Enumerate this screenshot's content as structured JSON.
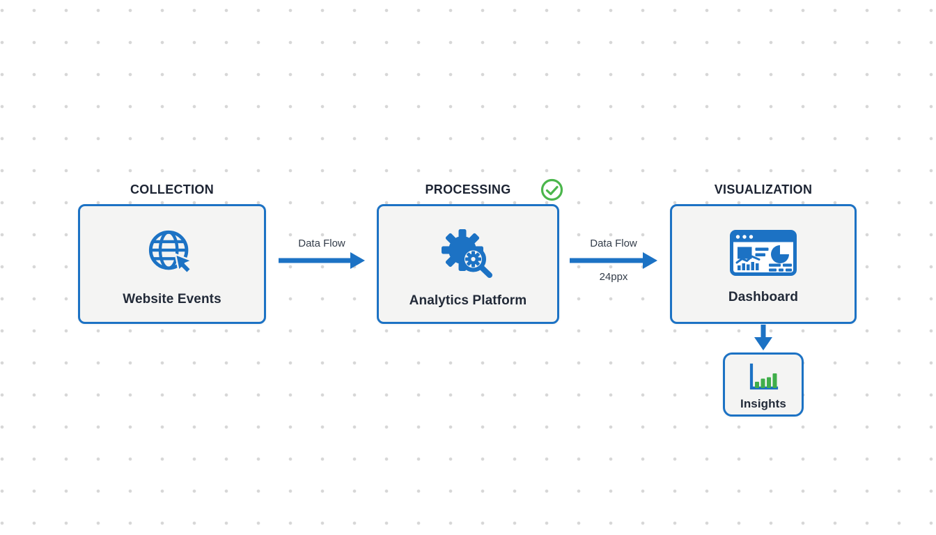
{
  "diagram": {
    "stages": [
      {
        "label": "COLLECTION",
        "node_label": "Website Events",
        "icon": "globe-cursor-icon"
      },
      {
        "label": "PROCESSING",
        "node_label": "Analytics Platform",
        "icon": "gear-magnifier-icon",
        "status_icon": "check-circle-icon"
      },
      {
        "label": "VISUALIZATION",
        "node_label": "Dashboard",
        "icon": "dashboard-icon"
      }
    ],
    "arrows": [
      {
        "label": "Data Flow"
      },
      {
        "label": "Data Flow",
        "sublabel": "24ppx"
      }
    ],
    "sub_node": {
      "label": "Insights",
      "icon": "bar-chart-icon"
    },
    "colors": {
      "primary_blue": "#1c72c4",
      "success_green": "#4bb64c",
      "bar_green": "#3fae4a",
      "node_fill": "#f4f4f3",
      "text_dark": "#1d2433",
      "dot_grid": "#d7d7d7",
      "background": "#ffffff"
    }
  }
}
